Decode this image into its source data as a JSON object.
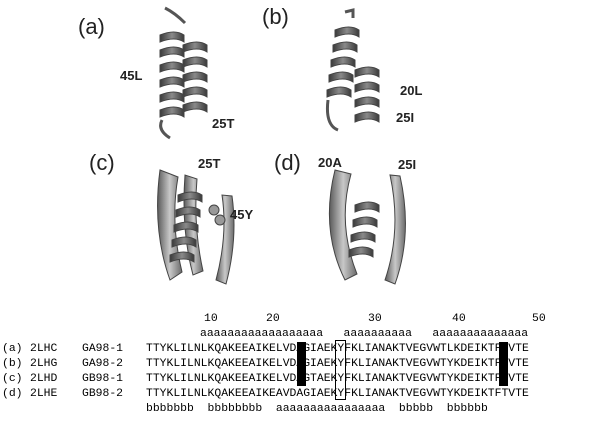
{
  "panels": {
    "a": {
      "label": "(a)",
      "residues": [
        "45L",
        "25T"
      ]
    },
    "b": {
      "label": "(b)",
      "residues": [
        "20L",
        "25I"
      ]
    },
    "c": {
      "label": "(c)",
      "residues": [
        "25T",
        "45Y"
      ]
    },
    "d": {
      "label": "(d)",
      "residues": [
        "20A",
        "25I"
      ]
    }
  },
  "alignment": {
    "ruler": [
      "10",
      "20",
      "30",
      "40",
      "50"
    ],
    "top_ss": "aaaaaaaaaaaaaaaaaa   aaaaaaaaaa   aaaaaaaaaaaaaa",
    "rows": [
      {
        "panel": "(a)",
        "pdb": "2LHC",
        "name": "GA98-1",
        "seq": "TTYKLILNLKQAKEEAIKELVDAGIAEKYFKLIANAKTVEGVWTLKDEIKTFTVTE"
      },
      {
        "panel": "(b)",
        "pdb": "2LHG",
        "name": "GA98-2",
        "seq": "TTYKLILNLKQAKEEAIKELVDAGIAEKYFKLIANAKTVEGVWTYKDEIKTFTVTE"
      },
      {
        "panel": "(c)",
        "pdb": "2LHD",
        "name": "GB98-1",
        "seq": "TTYKLILNLKQAKEEAIKELVDAGTAEKYFKLIANAKTVEGVWTYKDEIKTFTVTE"
      },
      {
        "panel": "(d)",
        "pdb": "2LHE",
        "name": "GB98-2",
        "seq": "TTYKLILNLKQAKEEAIKEAVDAGIAEKYFKLIANAKTVEGVWTYKDEIKTFTVTE"
      }
    ],
    "bottom_ss": "bbbbbbb  bbbbbbbb  aaaaaaaaaaaaaaaa  bbbbb  bbbbbb"
  }
}
